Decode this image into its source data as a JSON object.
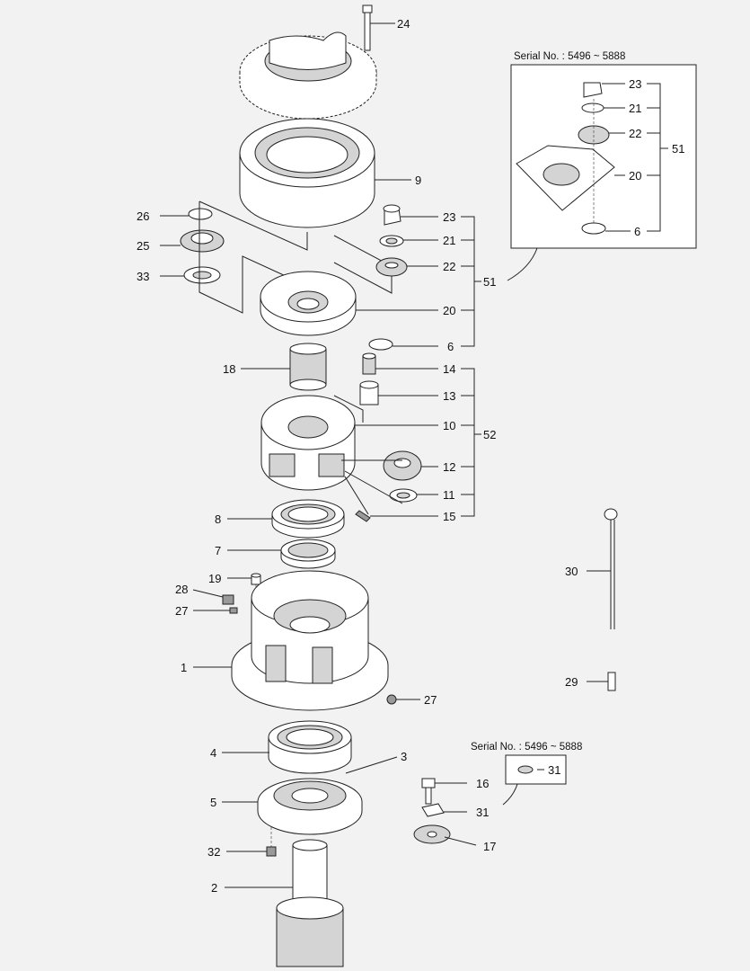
{
  "diagram": {
    "inset_top": {
      "serial": "Serial No. : 5496 ~ 5888",
      "group": "51",
      "parts": [
        "23",
        "21",
        "22",
        "20",
        "6"
      ]
    },
    "inset_bottom": {
      "serial": "Serial No. : 5496 ~ 5888",
      "part": "31"
    },
    "group_upper": "51",
    "group_lower": "52",
    "callouts": {
      "c24": "24",
      "c9": "9",
      "c26": "26",
      "c25": "25",
      "c33": "33",
      "c23": "23",
      "c21": "21",
      "c22": "22",
      "c20": "20",
      "c6": "6",
      "c18": "18",
      "c14": "14",
      "c13": "13",
      "c10": "10",
      "c12": "12",
      "c11": "11",
      "c15": "15",
      "c8": "8",
      "c7": "7",
      "c19": "19",
      "c28": "28",
      "c27a": "27",
      "c1": "1",
      "c27b": "27",
      "c4": "4",
      "c3": "3",
      "c5": "5",
      "c32": "32",
      "c2": "2",
      "c16": "16",
      "c31": "31",
      "c17": "17",
      "c30": "30",
      "c29": "29"
    }
  }
}
